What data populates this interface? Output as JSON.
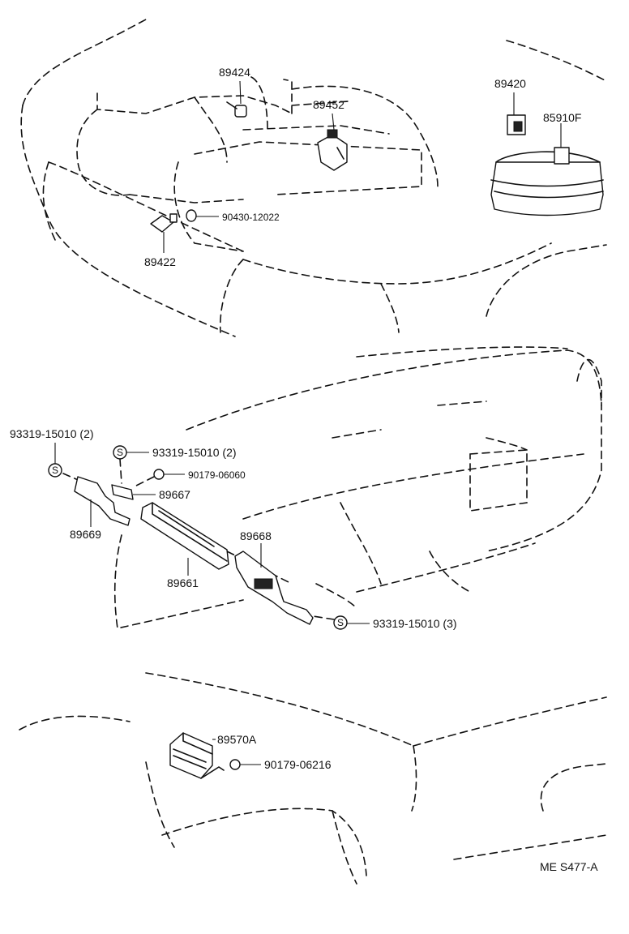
{
  "top": {
    "engine_labels": {
      "p89424": "89424",
      "p89452": "89452",
      "p89422": "89422",
      "p90430": "90430-12022"
    },
    "battery_labels": {
      "p89420": "89420",
      "p85910F": "85910F"
    }
  },
  "middle": {
    "labels": {
      "p93319_left": "93319-15010 (2)",
      "p93319_mid": "93319-15010 (2)",
      "p90179_060": "90179-06060",
      "p89667": "89667",
      "p89669": "89669",
      "p89661": "89661",
      "p89668": "89668",
      "p93319_right": "93319-15010 (3)",
      "s_symbol": "S"
    }
  },
  "bottom": {
    "labels": {
      "p89570A": "89570A",
      "p90179_062": "90179-06216"
    }
  },
  "footer": {
    "code": "ME S477-A"
  }
}
